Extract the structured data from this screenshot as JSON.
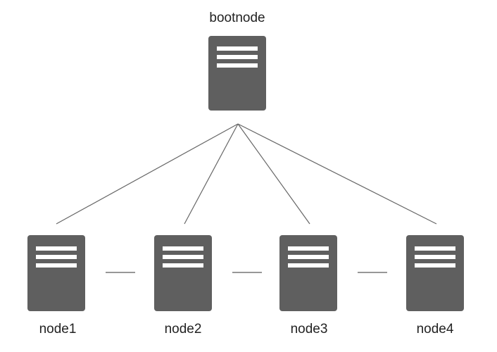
{
  "diagram": {
    "root": {
      "label": "bootnode",
      "icon": "server-icon"
    },
    "children": [
      {
        "label": "node1",
        "icon": "server-icon"
      },
      {
        "label": "node2",
        "icon": "server-icon"
      },
      {
        "label": "node3",
        "icon": "server-icon"
      },
      {
        "label": "node4",
        "icon": "server-icon"
      }
    ],
    "colors": {
      "server_fill": "#5f5f5f",
      "server_stripe": "#ffffff",
      "line": "#666666",
      "text": "#222222"
    }
  }
}
